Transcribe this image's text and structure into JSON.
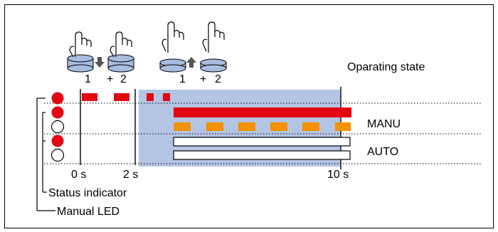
{
  "labels": {
    "operating_state": "Oparating state",
    "manu": "MANU",
    "auto": "AUTO",
    "status_indicator": "Status indicator",
    "manual_led": "Manual LED"
  },
  "time_labels": {
    "t0": "0 s",
    "t2": "2 s",
    "t10": "10 s"
  },
  "press_sequence": {
    "step1": {
      "a": "1",
      "plus": "+",
      "b": "2"
    },
    "step2": {
      "a": "1",
      "plus": "+",
      "b": "2"
    }
  },
  "colors": {
    "led_red": "#e30613",
    "led_off": "#ffffff",
    "orange": "#f39200",
    "shaded_period": "#b4c4e4",
    "button_blue": "#a8bde0",
    "line": "#000000"
  }
}
